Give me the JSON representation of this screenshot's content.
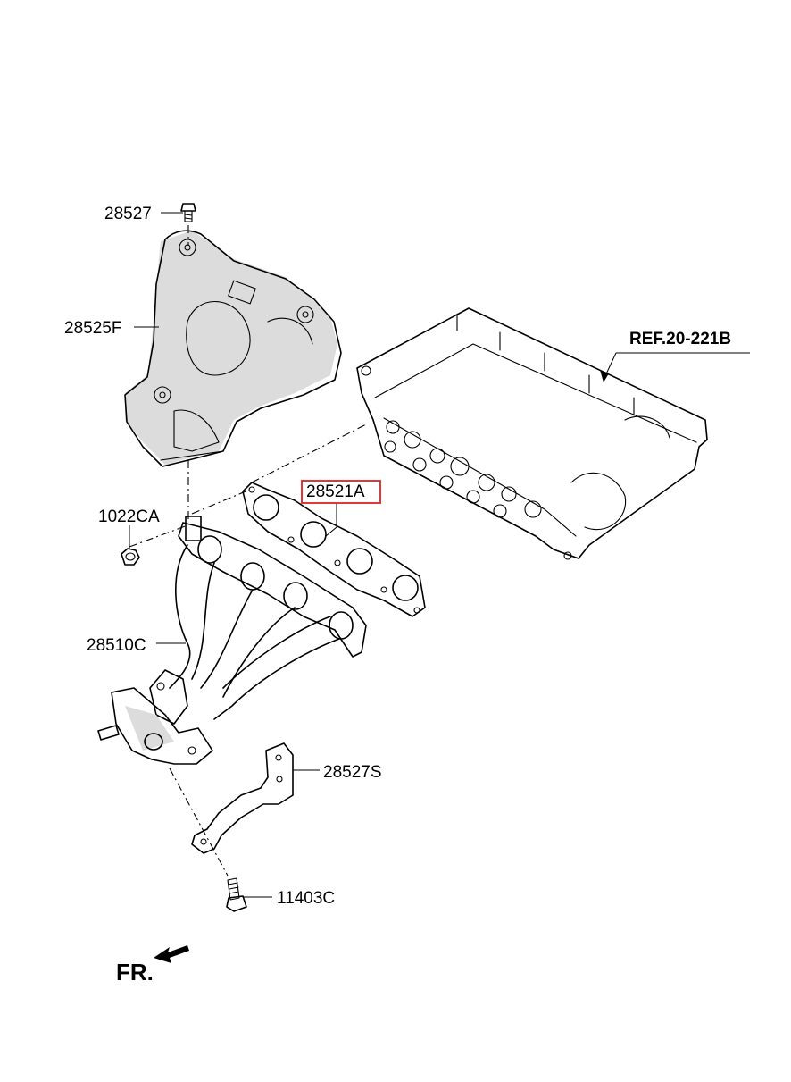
{
  "callouts": {
    "bolt_top": "28527",
    "heat_shield": "28525F",
    "gasket": "28521A",
    "nut": "1022CA",
    "manifold": "28510C",
    "bracket": "28527S",
    "bolt_bottom": "11403C",
    "reference": "REF.20-221B"
  },
  "front_indicator": "FR.",
  "colors": {
    "highlight": "#e02020",
    "line": "#000000",
    "shading": "#dcdcdc"
  }
}
